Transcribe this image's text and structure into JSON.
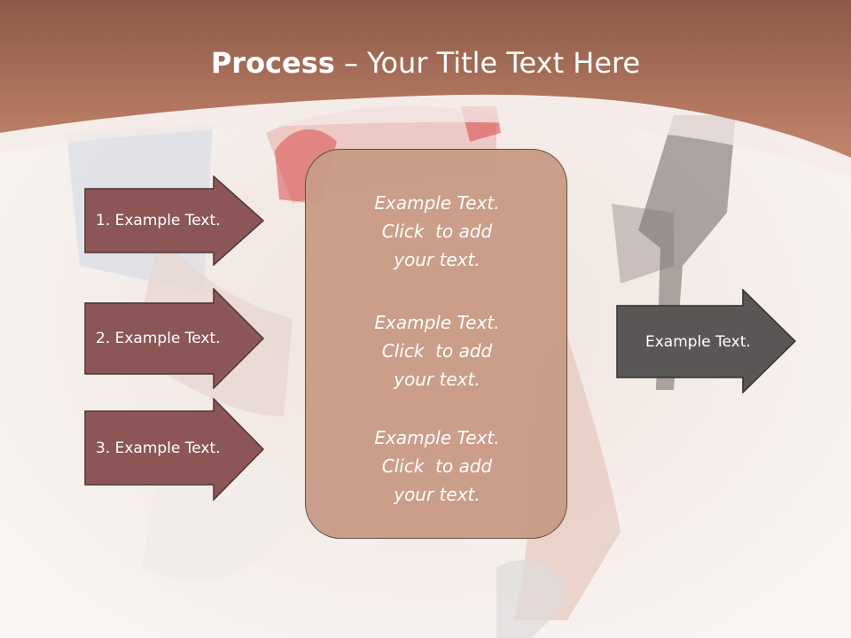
{
  "slide": {
    "title_bold": "Process",
    "title_rest": " – Your Title Text Here"
  },
  "left_arrows": [
    {
      "label": "1. Example Text."
    },
    {
      "label": "2. Example Text."
    },
    {
      "label": "3. Example Text."
    }
  ],
  "center_box": {
    "blocks": [
      {
        "lines": [
          "Example Text.",
          "Click  to add",
          "your text."
        ]
      },
      {
        "lines": [
          "Example Text.",
          "Click  to add",
          "your text."
        ]
      },
      {
        "lines": [
          "Example Text.",
          "Click  to add",
          "your text."
        ]
      }
    ]
  },
  "right_arrow": {
    "label": "Example Text."
  },
  "colors": {
    "header": "#b8745c",
    "left_arrow_fill": "#8c5657",
    "center_fill": "#c99c87",
    "right_arrow_fill": "#5a5656"
  }
}
